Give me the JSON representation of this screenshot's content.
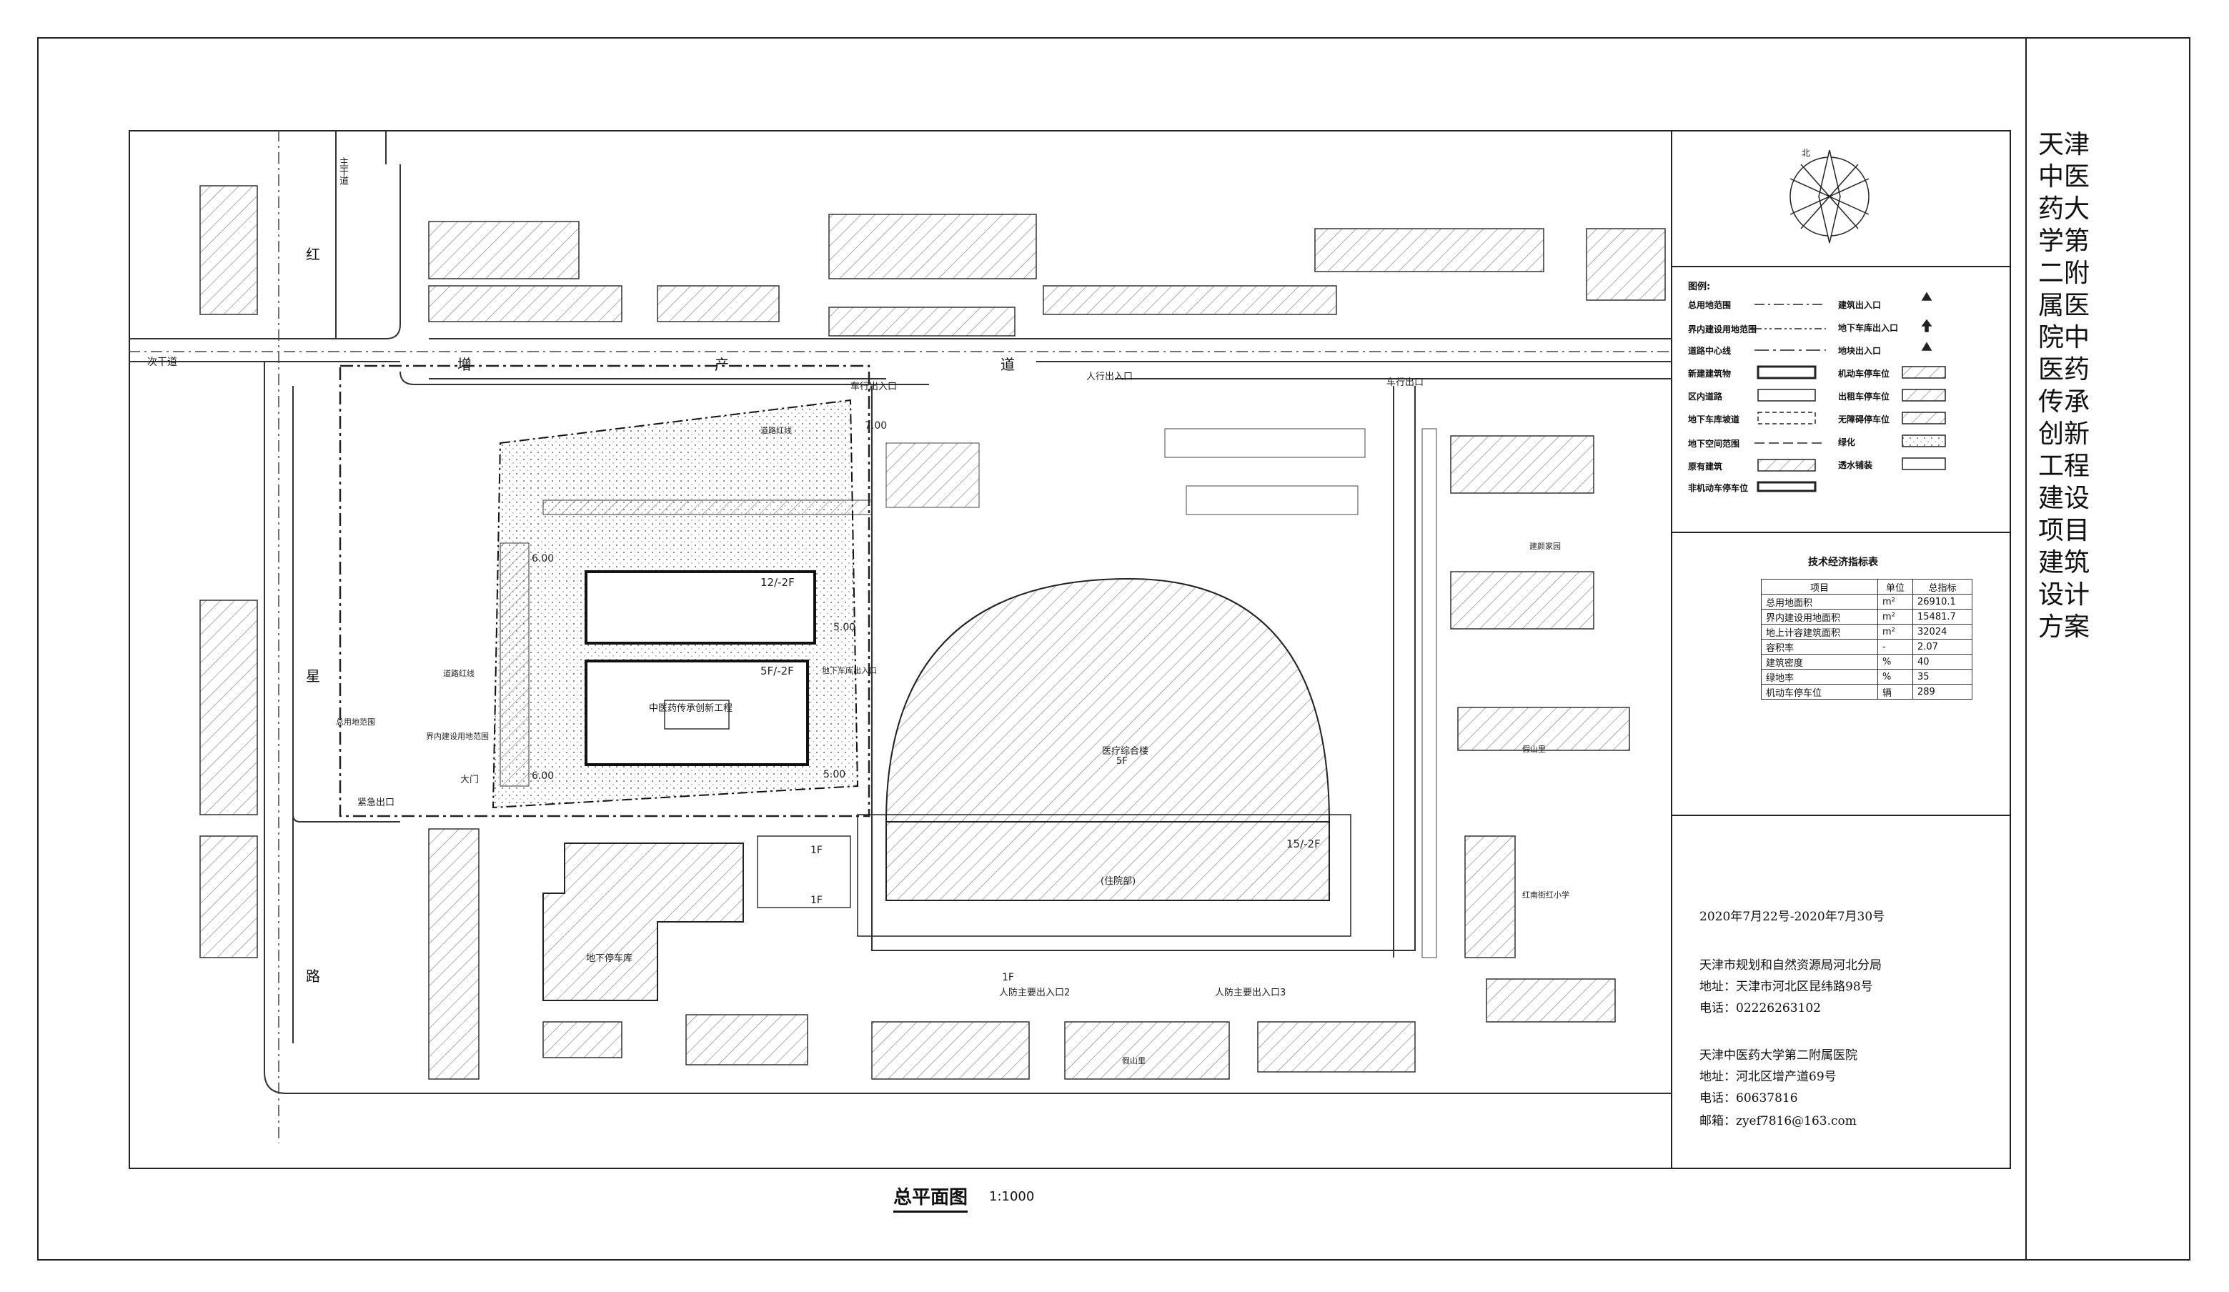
{
  "side_title": "天津中医药大学第二附属医院中医药传承创新工程建设项目建筑设计方案",
  "drawing": {
    "caption": "总平面图",
    "scale": "1:1000",
    "north": "北"
  },
  "legend": {
    "title": "图例:",
    "left_items": [
      "总用地范围",
      "界内建设用地范围",
      "道路中心线",
      "新建建筑物",
      "区内道路",
      "地下车库坡道",
      "地下空间范围",
      "原有建筑",
      "非机动车停车位"
    ],
    "right_items": [
      "建筑出入口",
      "地下车库出入口",
      "地块出入口",
      "机动车停车位",
      "出租车停车位",
      "无障碍停车位",
      "绿化",
      "透水铺装"
    ]
  },
  "tech_table": {
    "title": "技术经济指标表",
    "headers": [
      "项目",
      "单位",
      "总指标"
    ],
    "rows": [
      [
        "总用地面积",
        "m²",
        "26910.1"
      ],
      [
        "界内建设用地面积",
        "m²",
        "15481.7"
      ],
      [
        "地上计容建筑面积",
        "m²",
        "32024"
      ],
      [
        "容积率",
        "-",
        "2.07"
      ],
      [
        "建筑密度",
        "%",
        "40"
      ],
      [
        "绿地率",
        "%",
        "35"
      ],
      [
        "机动车停车位",
        "辆",
        "289"
      ]
    ]
  },
  "info": {
    "date": "2020年7月22号-2020年7月30号",
    "org1_name": "天津市规划和自然资源局河北分局",
    "org1_address": "地址：天津市河北区昆纬路98号",
    "org1_phone": "电话：02226263102",
    "org2_name": "天津中医药大学第二附属医院",
    "org2_address": "地址：河北区增产道69号",
    "org2_phone": "电话：60637816",
    "org2_email": "邮箱：zyef7816@163.com"
  },
  "plan_labels": {
    "road_top_1": "增",
    "road_top_2": "产",
    "road_top_3": "道",
    "road_left_1": "红",
    "road_left_2": "星",
    "road_left_3": "路",
    "secondary_road": "次干道",
    "main_road": "主干道",
    "bld_main_upper": "12/-2F",
    "bld_main_lower": "5F/-2F",
    "bld_main_name": "中医药传承创新工程",
    "bld_medical": "医疗综合楼",
    "bld_medical_floors": "5F",
    "bld_inpatient": "(住院部)",
    "bld_inpatient_floors": "15/-2F",
    "garage": "地下停车库",
    "ped_entry_top": "人行出入口",
    "veh_entry_top": "车行出入口",
    "veh_entry_right": "车行出口",
    "ped_entry_2": "人防主要出入口2",
    "ped_entry_3": "人防主要出入口3",
    "emergency_exit": "紧急出口",
    "gate": "大门",
    "land_line": "总用地范围",
    "build_line": "界内建设用地范围",
    "road_red_line": "道路红线",
    "road_red_line_2": "道路红线",
    "school": "红南街红小学",
    "residential": "建颜家园",
    "neighborhood_1": "假山里",
    "neighborhood_2": "假山里",
    "elev_1": "7.00",
    "elev_2": "6.00",
    "elev_3": "5.00",
    "elev_4": "6.00",
    "elev_5": "5.00",
    "floor_1f_a": "1F",
    "floor_1f_b": "1F",
    "floor_1f_c": "1F",
    "underground_entry": "地下车库出入口"
  }
}
